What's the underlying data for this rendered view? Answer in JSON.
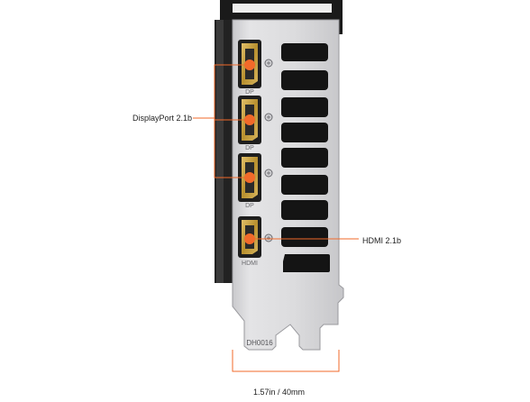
{
  "labels": {
    "displayport": "DisplayPort 2.1b",
    "hdmi": "HDMI 2.1b",
    "width": "1.57in / 40mm"
  },
  "bracket": {
    "engraving": "DH0016",
    "port_stamps": [
      "DP",
      "DP",
      "DP",
      "HDMI"
    ]
  },
  "colors": {
    "accent": "#f26a2a",
    "port_gold": "#c9a34a",
    "bracket_metal": "#d9d9db",
    "dark": "#1e1e1e"
  }
}
